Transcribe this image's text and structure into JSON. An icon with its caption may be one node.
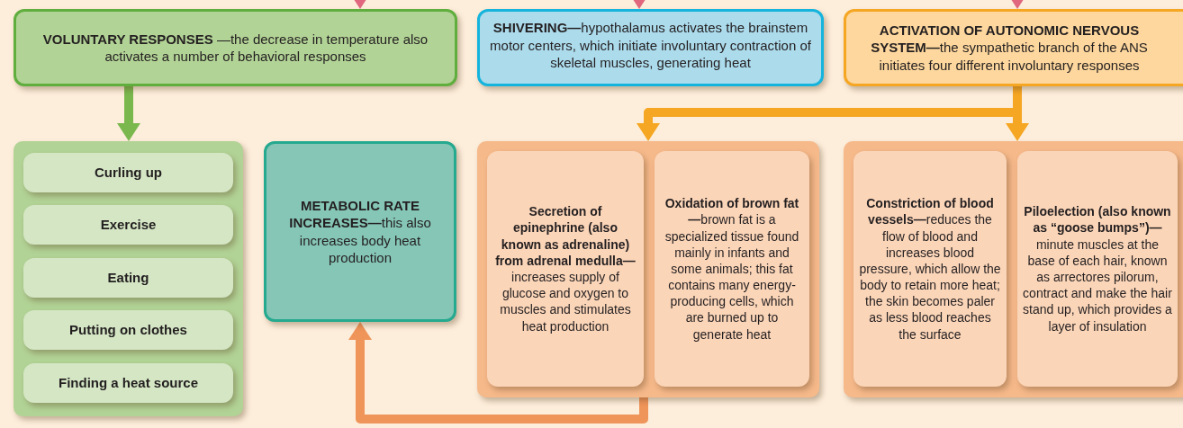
{
  "diagram": {
    "nodes": [
      {
        "text": [
          "**VOLUNTARY RESPONSES** —the decrease in temperature also activates a number of behavioral responses"
        ]
      },
      {
        "text": [
          "**SHIVERING—**hypothalamus activates the brainstem motor centers, which initiate involuntary contraction of skeletal muscles, generating heat"
        ]
      },
      {
        "text": [
          "**ACTIVATION OF AUTONOMIC NERVOUS SYSTEM—**the sympathetic branch of the ANS initiates four different involuntary responses"
        ]
      },
      {
        "text": [],
        "shape": "box"
      },
      {
        "text": [
          "Curling up"
        ],
        "in": 3
      },
      {
        "text": [
          "Exercise"
        ],
        "in": 3
      },
      {
        "text": [
          "Eating"
        ],
        "in": 3
      },
      {
        "text": [
          "Putting on clothes"
        ],
        "in": 3
      },
      {
        "text": [
          "Finding a heat source"
        ],
        "in": 3
      },
      {
        "text": [
          "**METABOLIC RATE INCREASES—**this also increases body heat production"
        ]
      },
      {
        "text": [],
        "shape": "box"
      },
      {
        "text": [
          "**Secretion of epinephrine (also known as adrenaline) from adrenal medulla—**increases supply of glucose and oxygen to muscles and stimulates heat production"
        ],
        "in": 10
      },
      {
        "text": [
          "**Oxidation of brown fat—**brown fat is a specialized tissue found mainly in infants and some animals; this fat contains many energy-producing cells, which are burned up to generate heat"
        ],
        "in": 10
      },
      {
        "text": [],
        "shape": "box"
      },
      {
        "text": [
          "**Constriction of blood vessels—**reduces the flow of blood and increases blood pressure, which allow the body to retain more heat; the skin becomes paler as less blood reaches the surface"
        ],
        "in": 13
      },
      {
        "text": [
          "**Piloelection (also known as “goose bumps”)—**minute muscles at the base of each hair, known as arrectores pilorum, contract and make the hair stand up, which provides a layer of insulation"
        ],
        "in": 13
      }
    ],
    "edges": [
      {
        "from": null,
        "to": 0,
        "arrow": "to",
        "color": "#e0677d"
      },
      {
        "from": null,
        "to": 1,
        "arrow": "to",
        "color": "#e0677d"
      },
      {
        "from": null,
        "to": 2,
        "arrow": "to",
        "color": "#e0677d"
      },
      {
        "from": 0,
        "to": 3,
        "arrow": "to",
        "color": "#7ab84e"
      },
      {
        "from": 2,
        "to": 10,
        "arrow": "to",
        "color": "#f5a623"
      },
      {
        "from": 2,
        "to": 13,
        "arrow": "to",
        "color": "#f5a623"
      },
      {
        "from": 10,
        "to": 9,
        "arrow": "to",
        "color": "#f0955a"
      }
    ]
  }
}
